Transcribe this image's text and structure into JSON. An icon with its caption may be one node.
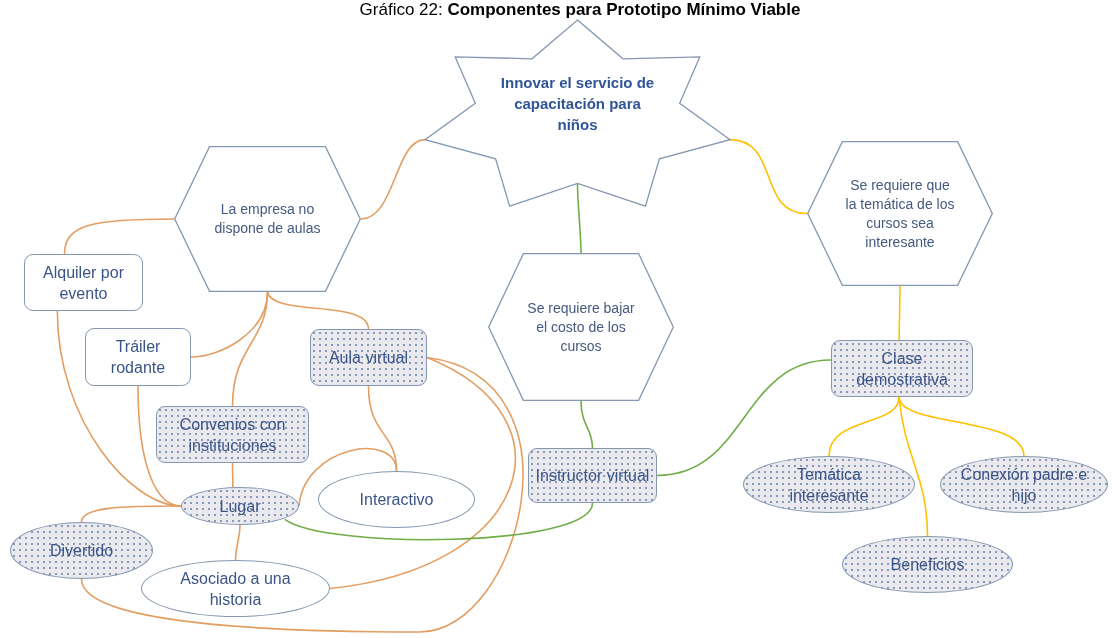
{
  "diagram": {
    "title": "Gráfico 22: **Componentes para Prototipo Mínimo Viable**",
    "nodes": [
      {
        "text": [
          "Innovar el servicio de capacitación para niños"
        ]
      },
      {
        "text": [
          "La empresa no dispone de aulas"
        ]
      },
      {
        "text": [
          "Se requiere que la temática de los cursos sea interesante"
        ]
      },
      {
        "text": [
          "Alquiler por evento"
        ]
      },
      {
        "text": [
          "Se requiere bajar el costo de los cursos"
        ]
      },
      {
        "text": [
          "Tráiler rodante"
        ]
      },
      {
        "text": [
          "Aula virtual"
        ]
      },
      {
        "text": [
          "Clase demostrativa"
        ]
      },
      {
        "text": [
          "Convenios con instituciones"
        ]
      },
      {
        "text": [
          "Instructor virtual"
        ]
      },
      {
        "text": [
          "Lugar"
        ]
      },
      {
        "text": [
          "Interactivo"
        ]
      },
      {
        "text": [
          "Temática interesante"
        ]
      },
      {
        "text": [
          "Conexión padre e hijo"
        ]
      },
      {
        "text": [
          "Divertido"
        ]
      },
      {
        "text": [
          "Asociado a una historia"
        ]
      },
      {
        "text": [
          "Beneficios"
        ]
      }
    ],
    "edges": [
      {
        "from": 0,
        "to": 1,
        "arrow": "none"
      },
      {
        "from": 1,
        "to": 3,
        "arrow": "none"
      },
      {
        "from": 1,
        "to": 5,
        "arrow": "none"
      },
      {
        "from": 1,
        "to": 8,
        "arrow": "none"
      },
      {
        "from": 1,
        "to": 6,
        "arrow": "none"
      },
      {
        "from": 3,
        "to": 10,
        "arrow": "none"
      },
      {
        "from": 5,
        "to": 10,
        "arrow": "none"
      },
      {
        "from": 8,
        "to": 10,
        "arrow": "none"
      },
      {
        "from": 10,
        "to": 14,
        "arrow": "none"
      },
      {
        "from": 10,
        "to": 15,
        "arrow": "none"
      },
      {
        "from": 10,
        "to": 11,
        "arrow": "none"
      },
      {
        "from": 6,
        "to": 11,
        "arrow": "none"
      },
      {
        "from": 6,
        "to": 15,
        "arrow": "none"
      },
      {
        "from": 6,
        "to": 14,
        "arrow": "none"
      },
      {
        "from": 0,
        "to": 4,
        "arrow": "none",
        "color": "#70ad47"
      },
      {
        "from": 4,
        "to": 9,
        "arrow": "none",
        "color": "#70ad47"
      },
      {
        "from": 9,
        "to": 7,
        "arrow": "none",
        "color": "#70ad47"
      },
      {
        "from": 9,
        "to": 10,
        "arrow": "none",
        "color": "#70ad47"
      },
      {
        "from": 0,
        "to": 2,
        "arrow": "none",
        "color": "#ffc000"
      },
      {
        "from": 2,
        "to": 7,
        "arrow": "none",
        "color": "#ffc000"
      },
      {
        "from": 7,
        "to": 12,
        "arrow": "none",
        "color": "#ffc000"
      },
      {
        "from": 7,
        "to": 16,
        "arrow": "none",
        "color": "#ffc000"
      },
      {
        "from": 7,
        "to": 13,
        "arrow": "none",
        "color": "#ffc000"
      }
    ]
  }
}
